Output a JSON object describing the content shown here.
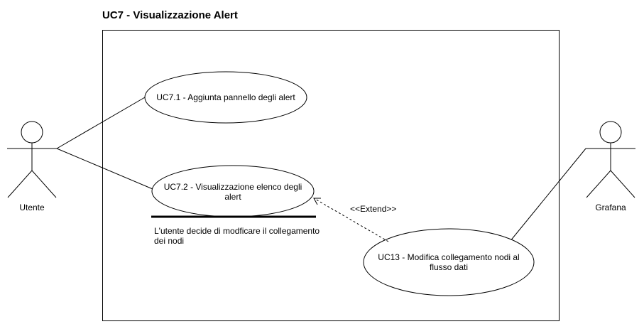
{
  "title": "UC7 - Visualizzazione Alert",
  "actors": {
    "utente": {
      "label": "Utente"
    },
    "grafana": {
      "label": "Grafana"
    }
  },
  "use_cases": {
    "uc71": {
      "label": "UC7.1 - Aggiunta pannello degli alert"
    },
    "uc72": {
      "label": "UC7.2 - Visualizzazione elenco degli alert"
    },
    "uc13": {
      "label": "UC13 - Modifica collegamento nodi al flusso dati"
    }
  },
  "extend_label": "<<Extend>>",
  "extension_point_note": "L'utente decide di modficare il collegamento dei nodi"
}
